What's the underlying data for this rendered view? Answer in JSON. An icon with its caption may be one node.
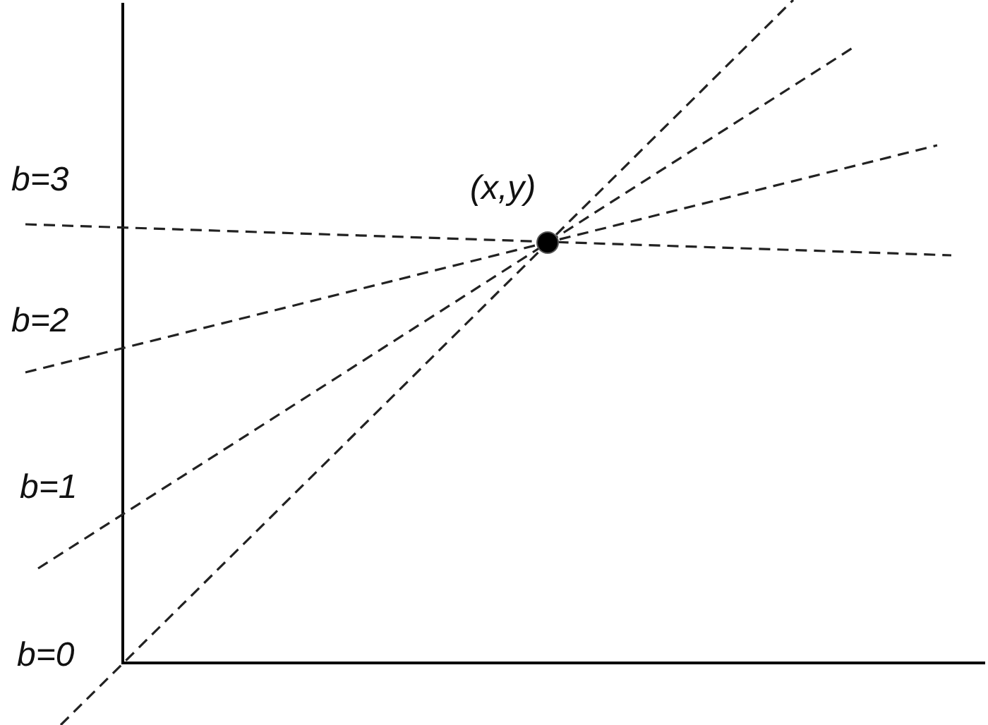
{
  "diagram": {
    "labels": [
      "b=3",
      "(x,y)",
      "b=2",
      "b=1",
      "b=0"
    ]
  }
}
